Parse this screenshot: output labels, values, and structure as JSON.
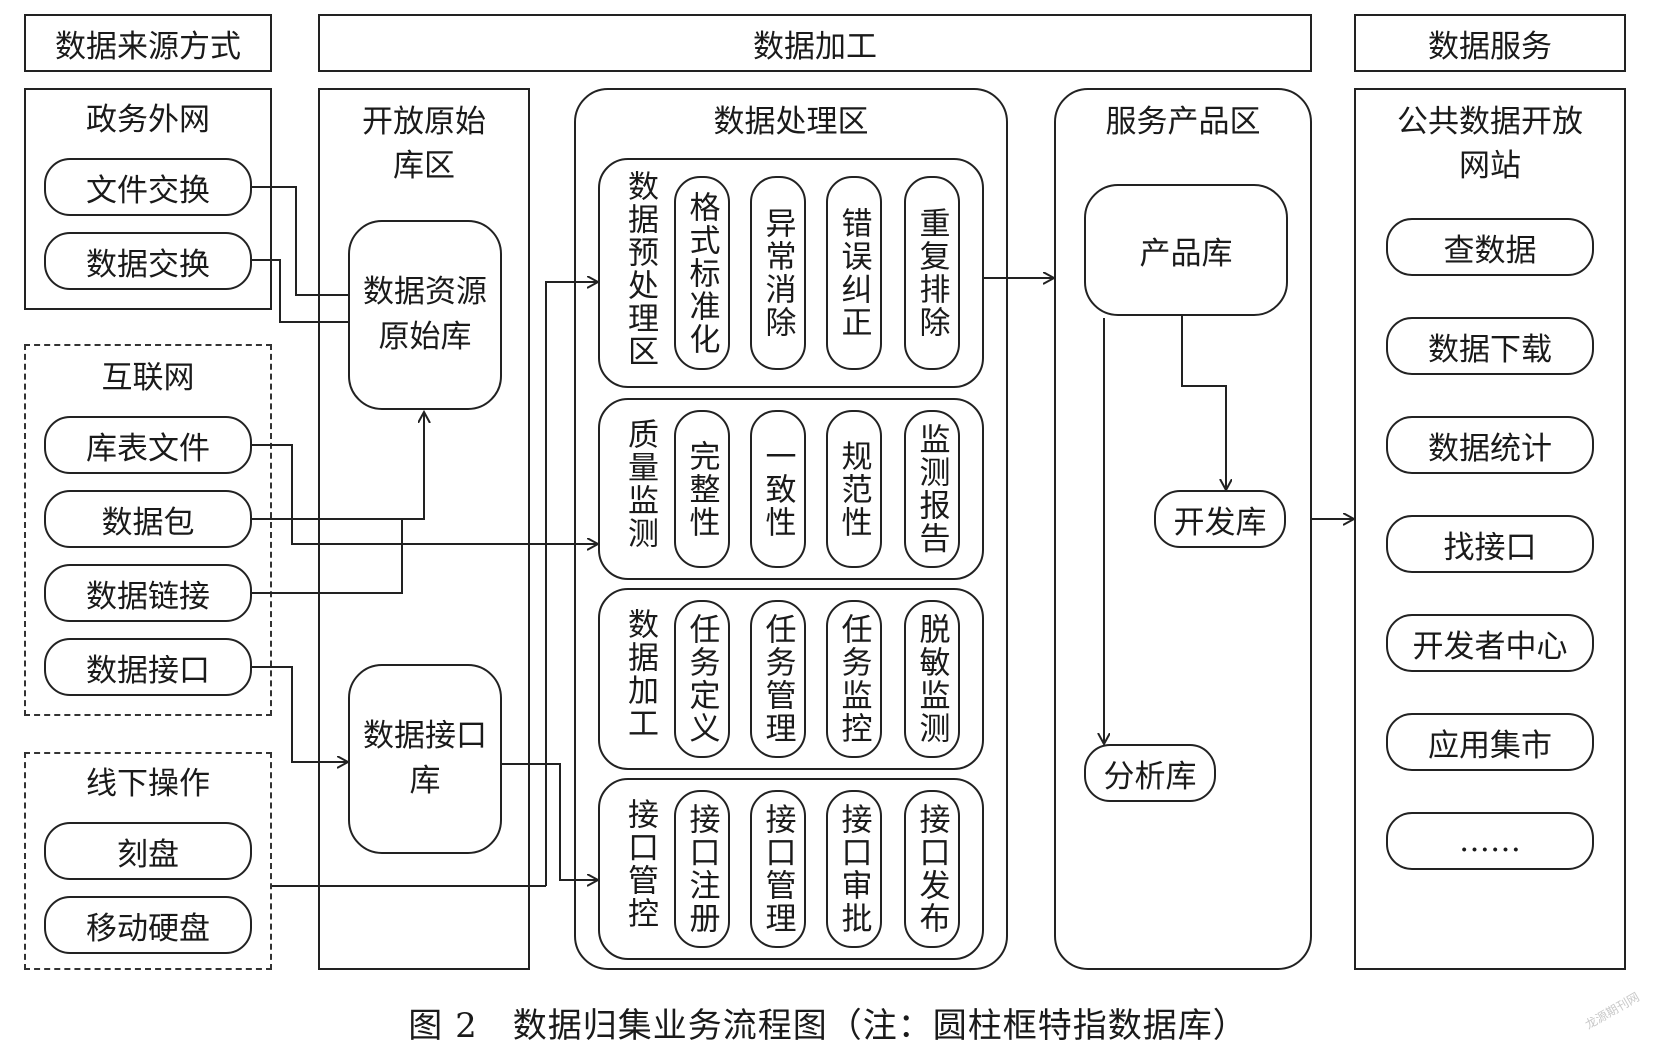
{
  "headers": {
    "source": "数据来源方式",
    "processing": "数据加工",
    "service": "数据服务"
  },
  "gov_network": {
    "title": "政务外网",
    "items": [
      "文件交换",
      "数据交换"
    ]
  },
  "internet": {
    "title": "互联网",
    "items": [
      "库表文件",
      "数据包",
      "数据链接",
      "数据接口"
    ]
  },
  "offline": {
    "title": "线下操作",
    "items": [
      "刻盘",
      "移动硬盘"
    ]
  },
  "raw_zone": {
    "title": "开放原始库区",
    "resource_db": "数据资源原始库",
    "interface_db": "数据接口库"
  },
  "processing_zone": {
    "title": "数据处理区",
    "rows": [
      {
        "head": "数据预处理区",
        "items": [
          "格式标准化",
          "异常消除",
          "错误纠正",
          "重复排除"
        ]
      },
      {
        "head": "质量监测",
        "items": [
          "完整性",
          "一致性",
          "规范性",
          "监测报告"
        ]
      },
      {
        "head": "数据加工",
        "items": [
          "任务定义",
          "任务管理",
          "任务监控",
          "脱敏监测"
        ]
      },
      {
        "head": "接口管控",
        "items": [
          "接口注册",
          "接口管理",
          "接口审批",
          "接口发布"
        ]
      }
    ]
  },
  "product_zone": {
    "title": "服务产品区",
    "product_db": "产品库",
    "dev_db": "开发库",
    "analysis_db": "分析库"
  },
  "portal": {
    "title": "公共数据开放网站",
    "items": [
      "查数据",
      "数据下载",
      "数据统计",
      "找接口",
      "开发者中心",
      "应用集市",
      "……"
    ]
  },
  "caption": "图 2　数据归集业务流程图（注：圆柱框特指数据库）",
  "watermark": "龙源期刊网"
}
